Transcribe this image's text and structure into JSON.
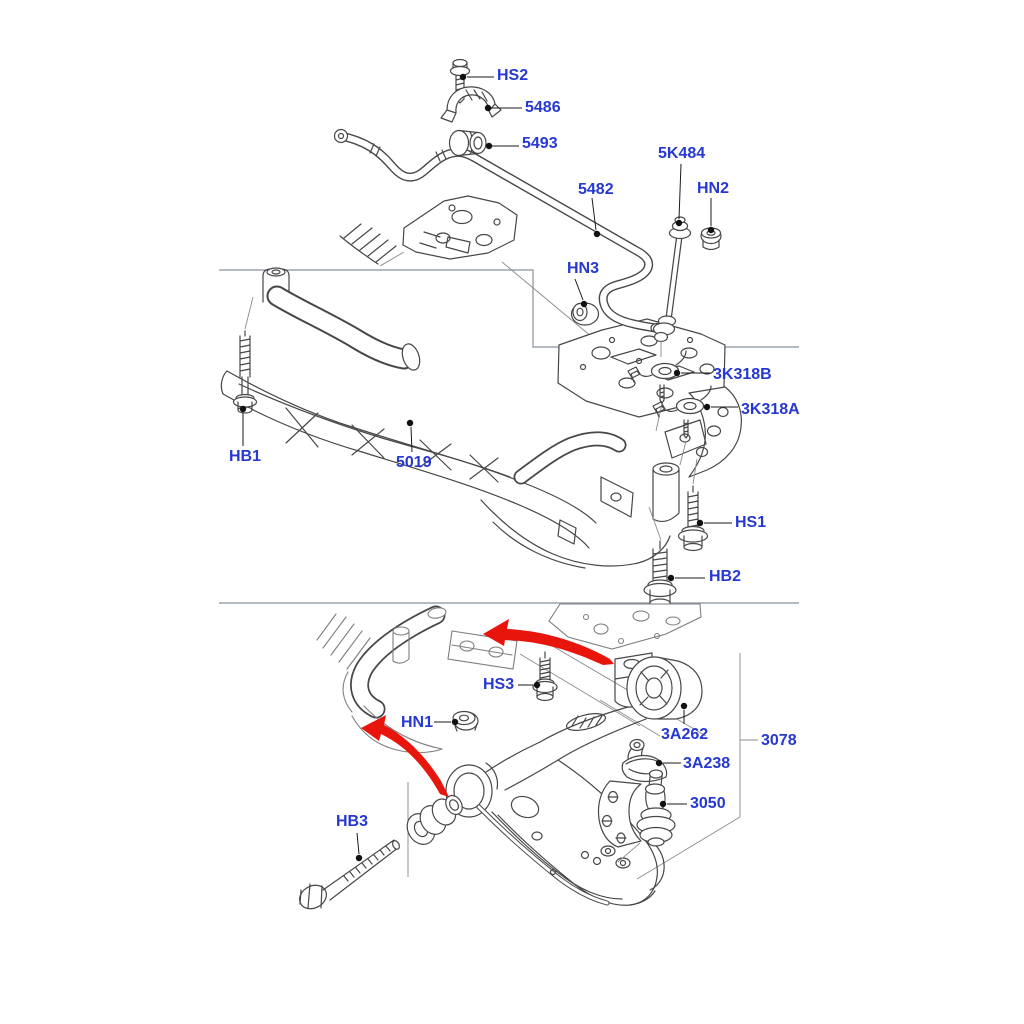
{
  "diagram_type": "exploded-parts-diagram",
  "colors": {
    "label": "#2638d0",
    "arrow": "#e8150d",
    "artwork": "#474747",
    "ghost": "#7e7e7e",
    "border": "#9aa3ad"
  },
  "labels": {
    "HS2": "HS2",
    "5486": "5486",
    "5493": "5493",
    "5482": "5482",
    "5K484": "5K484",
    "HN2": "HN2",
    "HN3": "HN3",
    "3K318B": "3K318B",
    "3K318A": "3K318A",
    "HB1": "HB1",
    "5019": "5019",
    "HS1": "HS1",
    "HB2": "HB2",
    "HS3": "HS3",
    "HN1": "HN1",
    "3A262": "3A262",
    "3078": "3078",
    "3A238": "3A238",
    "3050": "3050",
    "HB3": "HB3"
  },
  "icons": {
    "red_arrow_upper": "curved-arrow-pointing-left",
    "red_arrow_lower": "curved-arrow-pointing-left"
  }
}
